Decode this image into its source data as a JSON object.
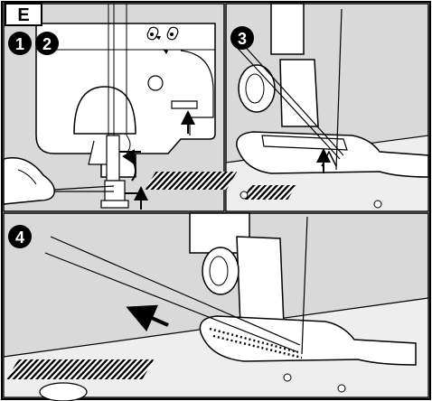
{
  "section_label": "E",
  "panels": [
    {
      "id": "panel-1",
      "markers": [
        "1",
        "2"
      ]
    },
    {
      "id": "panel-2",
      "markers": [
        "3"
      ]
    },
    {
      "id": "panel-3",
      "markers": [
        "4"
      ]
    }
  ],
  "colors": {
    "background": "#d9d9d9",
    "line": "#000000",
    "paper": "#ffffff",
    "fabric": "#c8c8c8"
  }
}
